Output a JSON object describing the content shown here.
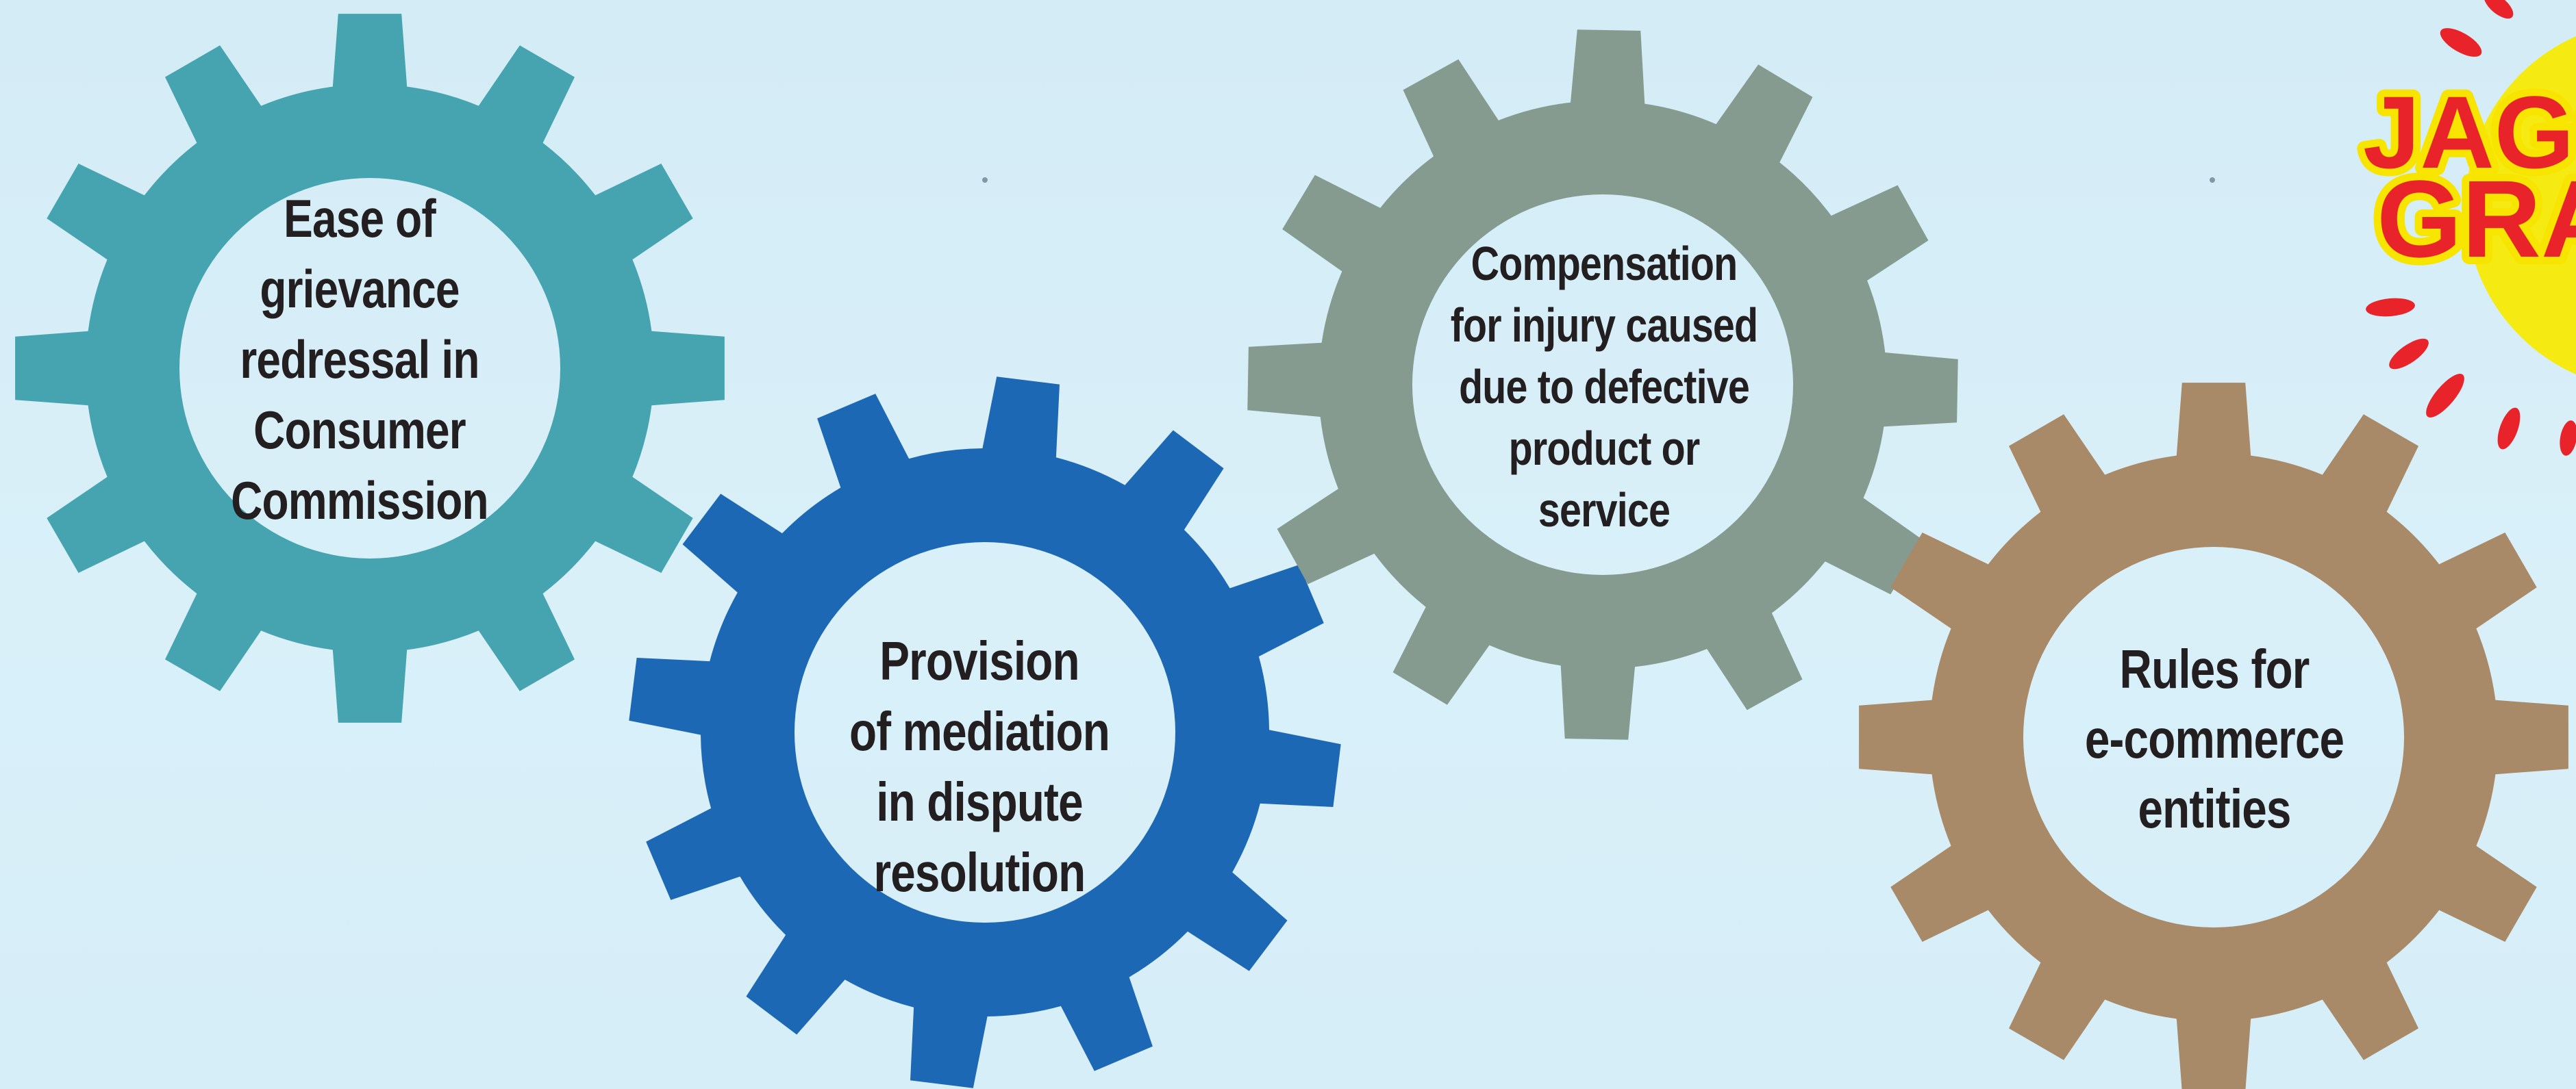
{
  "gears": [
    {
      "id": "g1",
      "color": "#45a4af",
      "lines": [
        "Ease of",
        "grievance",
        "redressal in",
        "Consumer",
        "Commission"
      ]
    },
    {
      "id": "g2",
      "color": "#1d68b4",
      "lines": [
        "Provision",
        "of mediation",
        "in dispute",
        "resolution"
      ]
    },
    {
      "id": "g3",
      "color": "#869b8f",
      "lines": [
        "Compensation",
        "for injury caused",
        "due to defective",
        "product or",
        "service"
      ]
    },
    {
      "id": "g4",
      "color": "#a88968",
      "lines": [
        "Rules for",
        "e-commerce",
        "entities"
      ]
    }
  ],
  "brand": {
    "line1": "JAGO",
    "line2": "GRA",
    "text_color": "#e8232a",
    "outline_color": "#f7e500",
    "sun_color": "#f5eb12",
    "ray_color": "#e8232a"
  },
  "colors": {
    "background": "#d6eef8",
    "label_text": "#231f20",
    "gear_hole": "#d8eff9"
  }
}
